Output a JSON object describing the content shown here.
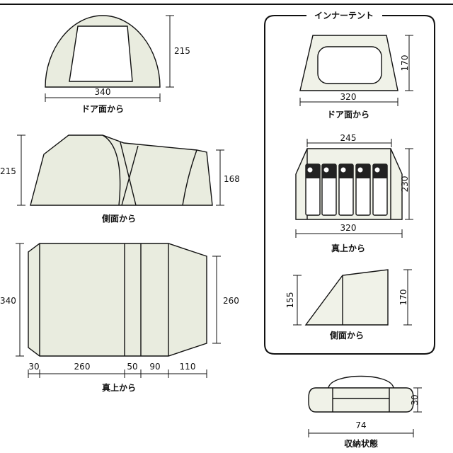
{
  "views": {
    "door": {
      "width": "340",
      "height": "215",
      "caption": "ドア面から"
    },
    "side": {
      "height_front": "215",
      "height_rear": "168",
      "caption": "側面から"
    },
    "top": {
      "height_left": "340",
      "height_right": "260",
      "segments": [
        "30",
        "260",
        "50",
        "90",
        "110"
      ],
      "caption": "真上から"
    }
  },
  "inner_tent": {
    "title": "インナーテント",
    "door": {
      "width": "320",
      "height": "170",
      "caption": "ドア面から"
    },
    "top": {
      "width_top": "245",
      "width_bottom": "320",
      "height": "230",
      "caption": "真上から"
    },
    "side": {
      "height_left": "155",
      "height_right": "170",
      "caption": "側面から"
    }
  },
  "storage": {
    "width": "74",
    "height": "30",
    "caption": "収納状態"
  },
  "colors": {
    "line": "#111111",
    "tent_fill": "#e9ecdf",
    "border": "#111111"
  }
}
